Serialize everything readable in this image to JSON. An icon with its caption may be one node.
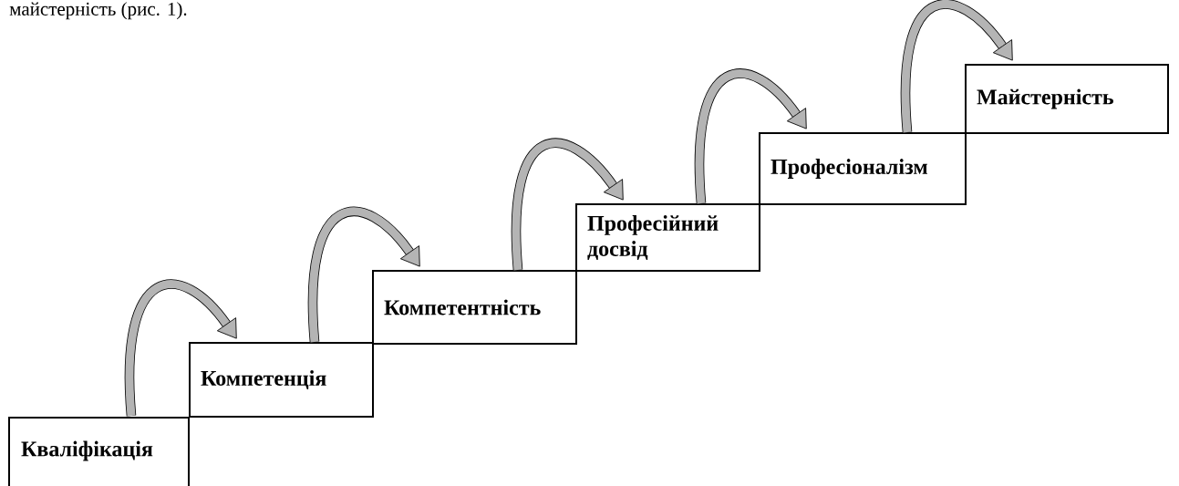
{
  "diagram": {
    "nodes": [
      {
        "text": [
          "Кваліфікація"
        ]
      },
      {
        "text": [
          "Компетенція"
        ]
      },
      {
        "text": [
          "Компетентність"
        ]
      },
      {
        "text": [
          "Професійний досвід"
        ]
      },
      {
        "text": [
          "Професіоналізм"
        ]
      },
      {
        "text": [
          "Майстерність"
        ]
      }
    ],
    "edges": [
      {
        "from": 0,
        "to": 1,
        "arrow": "to"
      },
      {
        "from": 1,
        "to": 2,
        "arrow": "to"
      },
      {
        "from": 2,
        "to": 3,
        "arrow": "to"
      },
      {
        "from": 3,
        "to": 4,
        "arrow": "to"
      },
      {
        "from": 4,
        "to": 5,
        "arrow": "to"
      }
    ],
    "labels": [
      "майстерність (рис. 1)."
    ]
  }
}
